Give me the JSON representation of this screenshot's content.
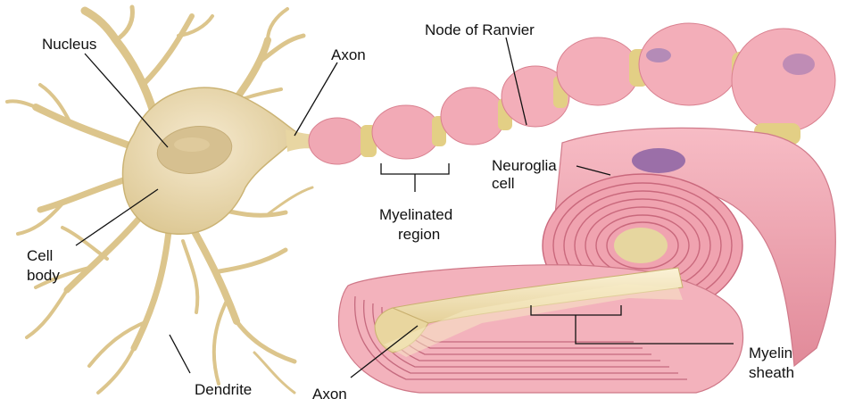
{
  "labels": {
    "nucleus": "Nucleus",
    "axon_top": "Axon",
    "node_of_ranvier": "Node of Ranvier",
    "neuroglia_line1": "Neuroglia",
    "neuroglia_line2": "cell",
    "myelinated_line1": "Myelinated",
    "myelinated_line2": "region",
    "cell_body_line1": "Cell",
    "cell_body_line2": "body",
    "dendrite": "Dendrite",
    "axon_bottom": "Axon",
    "myelin_line1": "Myelin",
    "myelin_line2": "sheath"
  },
  "colors": {
    "neuron_fill": "#ecdcae",
    "neuron_stroke": "#cdb677",
    "nucleus_fill": "#d9c497",
    "myelin_fill": "#f2a7b2",
    "myelin_shadow": "#d9808f",
    "myelin_layer": "#c9687c",
    "axon_core": "#f5e8bd",
    "node_band": "#e4cf86",
    "glia_nucleus": "#9b6fa8",
    "leader_line": "#111111"
  }
}
